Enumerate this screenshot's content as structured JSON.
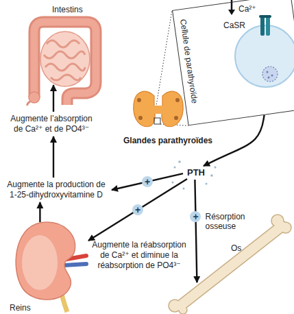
{
  "diagram": {
    "nodes": [
      {
        "text": [
          "Intestins"
        ]
      },
      {
        "text": [
          "Augmente l’absorption de Ca²⁺ et de PO4³⁻"
        ]
      },
      {
        "text": [
          "Cellule de parathyroïde"
        ]
      },
      {
        "text": [
          "Glandes parathyroïdes"
        ]
      },
      {
        "text": [
          "PTH"
        ]
      },
      {
        "text": [
          "Augmente la production de 1-25-dihydroxyvitamine D"
        ]
      },
      {
        "text": [
          "Augmente la réabsorption de Ca²⁺ et diminue la réabsorption de PO4³⁻"
        ]
      },
      {
        "text": [
          "Reins"
        ]
      },
      {
        "text": [
          "Os"
        ]
      }
    ],
    "edges": [
      {
        "from": 2,
        "to": 4,
        "arrow": "to"
      },
      {
        "from": 4,
        "to": 5,
        "arrow": "to"
      },
      {
        "from": 4,
        "to": 6,
        "arrow": "to"
      },
      {
        "from": 4,
        "to": 8,
        "label": "Résorption osseuse",
        "arrow": "to"
      },
      {
        "from": 7,
        "to": 5,
        "arrow": "to"
      },
      {
        "from": 5,
        "to": 1,
        "arrow": "to"
      },
      {
        "from": 1,
        "to": 0,
        "arrow": "to"
      },
      {
        "from": 3,
        "to": 2,
        "arrow": "none"
      },
      {
        "from": 3,
        "to": 2,
        "arrow": "none"
      }
    ],
    "labels": [
      "Ca²⁺",
      "CaSR",
      "+",
      "+",
      "+"
    ]
  }
}
